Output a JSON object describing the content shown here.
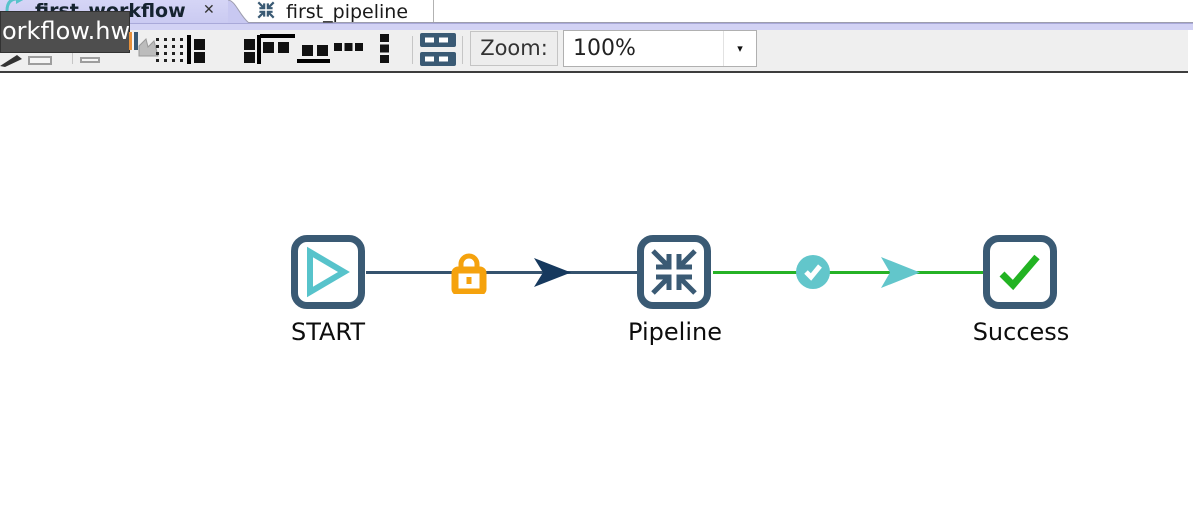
{
  "tabs": [
    {
      "label": "first_workflow",
      "state": "active",
      "close_glyph": "✕",
      "icon": "workflow-icon"
    },
    {
      "label": "first_pipeline",
      "state": "inactive",
      "icon": "pipeline-icon"
    }
  ],
  "tooltip": {
    "text": "orkflow.hwf"
  },
  "toolbar": {
    "zoom_label": "Zoom:",
    "zoom_value": "100%",
    "dropdown_glyph": "▾",
    "buttons": [
      "snap-to-grid",
      "align-left",
      "align-right",
      "align-top",
      "align-bottom",
      "distribute-horizontally",
      "distribute-vertically",
      "show-execution-results"
    ]
  },
  "workflow": {
    "nodes": [
      {
        "label": "START",
        "icon": "play-icon"
      },
      {
        "label": "Pipeline",
        "icon": "pipeline-icon"
      },
      {
        "label": "Success",
        "icon": "check-icon"
      }
    ],
    "hops": [
      {
        "from": "START",
        "to": "Pipeline",
        "marker": "lock-icon",
        "color": "#35536e"
      },
      {
        "from": "Pipeline",
        "to": "Success",
        "marker": "success-circle-check-icon",
        "color": "#26b226"
      }
    ]
  },
  "colors": {
    "tab_active_bg": "#c9c9f2",
    "strip_bg": "#d2d2f4",
    "toolbar_bg": "#efefef",
    "node_border": "#3a5a74",
    "teal": "#57c3cb",
    "green": "#22b322",
    "orange": "#f5a20d",
    "hop_dark": "#35536e",
    "tooltip_bg": "#4e4e4e"
  }
}
